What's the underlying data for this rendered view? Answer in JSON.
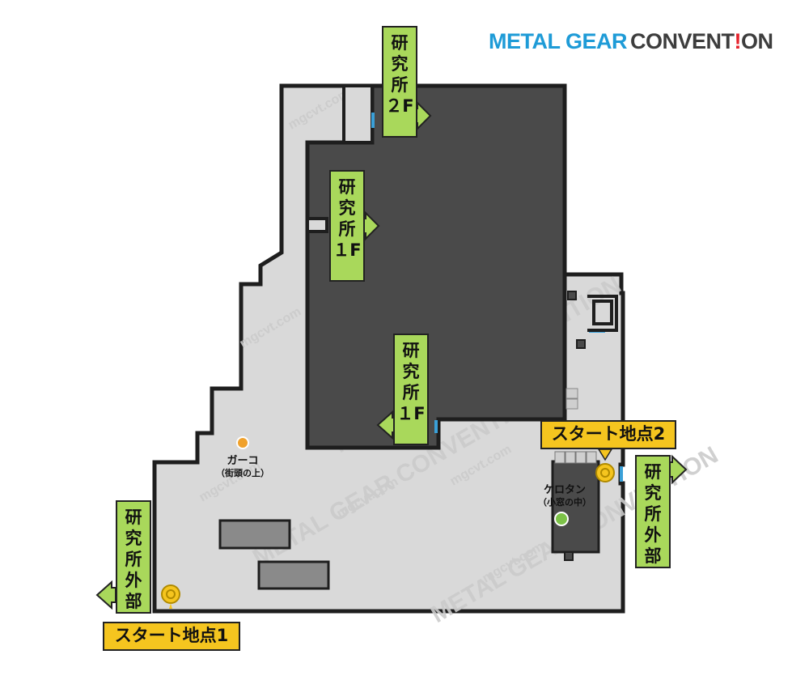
{
  "logo": {
    "part1": "METAL GEAR",
    "part2a": "CONVENT",
    "part2b": "!",
    "part2c": "ON"
  },
  "watermark": "mgcvt.com",
  "watermark_logo": "METAL GEAR CONVENTION",
  "exits": [
    {
      "id": "lab-2f",
      "text": "研究所２F"
    },
    {
      "id": "lab-1f-a",
      "text": "研究所１F"
    },
    {
      "id": "lab-1f-b",
      "text": "研究所１F"
    },
    {
      "id": "lab-outside-right",
      "text": "研究所外部"
    },
    {
      "id": "lab-outside-left",
      "text": "研究所外部"
    }
  ],
  "start_points": [
    {
      "id": "start-1",
      "text": "スタート地点1"
    },
    {
      "id": "start-2",
      "text": "スタート地点2"
    }
  ],
  "npcs": [
    {
      "id": "garko",
      "name": "ガーコ",
      "sub": "（街頭の上）",
      "color": "#f0a12b"
    },
    {
      "id": "kerotan",
      "name": "ケロタン",
      "sub": "（小窓の中）",
      "color": "#7cc248"
    }
  ],
  "colors": {
    "floor": "#d9d9d9",
    "building": "#4a4a4a",
    "wall": "#1e1e1e",
    "door": "#3aa0d8",
    "exit_label": "#a9d85b",
    "start_label": "#f5c51f",
    "marker": "#f5c51f"
  }
}
